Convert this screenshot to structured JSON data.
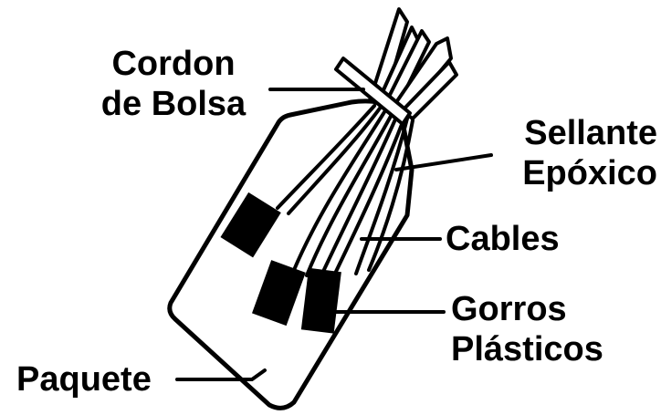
{
  "labels": {
    "drawstring": [
      "Cordon",
      "de Bolsa"
    ],
    "epoxy_sealant": [
      "Sellante",
      "Epóxico"
    ],
    "cables": "Cables",
    "plastic_caps": [
      "Gorros",
      "Plásticos"
    ],
    "package": "Paquete"
  },
  "colors": {
    "ink": "#000000",
    "background": "#ffffff"
  }
}
